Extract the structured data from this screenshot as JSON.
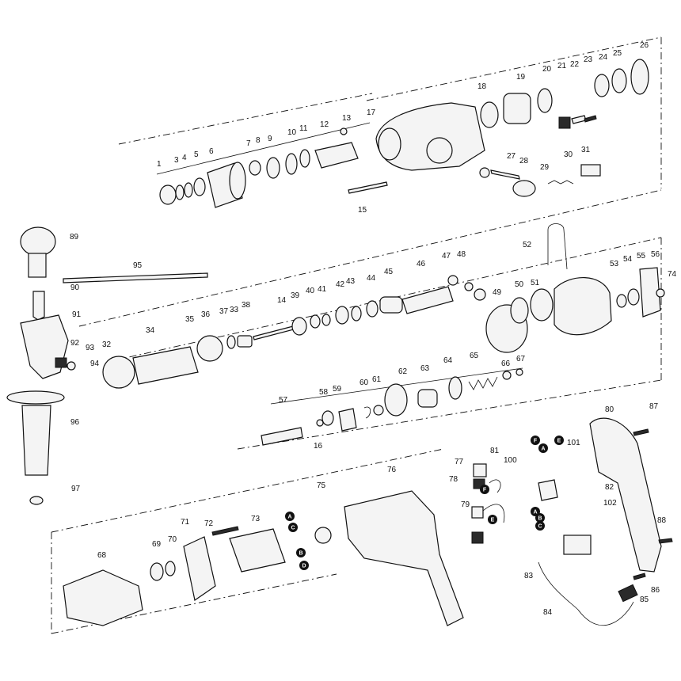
{
  "diagram": {
    "part_numbers": [
      "1",
      "3",
      "4",
      "5",
      "6",
      "7",
      "8",
      "9",
      "10",
      "11",
      "12",
      "13",
      "14",
      "15",
      "16",
      "17",
      "18",
      "19",
      "20",
      "21",
      "22",
      "23",
      "24",
      "25",
      "26",
      "27",
      "28",
      "29",
      "30",
      "31",
      "32",
      "33",
      "34",
      "35",
      "36",
      "37",
      "38",
      "39",
      "40",
      "41",
      "42",
      "43",
      "44",
      "45",
      "46",
      "47",
      "48",
      "49",
      "50",
      "51",
      "52",
      "53",
      "54",
      "55",
      "56",
      "57",
      "58",
      "59",
      "60",
      "61",
      "62",
      "63",
      "64",
      "65",
      "66",
      "67",
      "68",
      "69",
      "70",
      "71",
      "72",
      "73",
      "74",
      "75",
      "76",
      "77",
      "78",
      "79",
      "80",
      "81",
      "82",
      "83",
      "84",
      "85",
      "86",
      "87",
      "88",
      "89",
      "90",
      "91",
      "92",
      "93",
      "94",
      "95",
      "96",
      "97",
      "100",
      "101",
      "102"
    ],
    "connector_letters": [
      "A",
      "B",
      "C",
      "D",
      "E",
      "F"
    ]
  }
}
